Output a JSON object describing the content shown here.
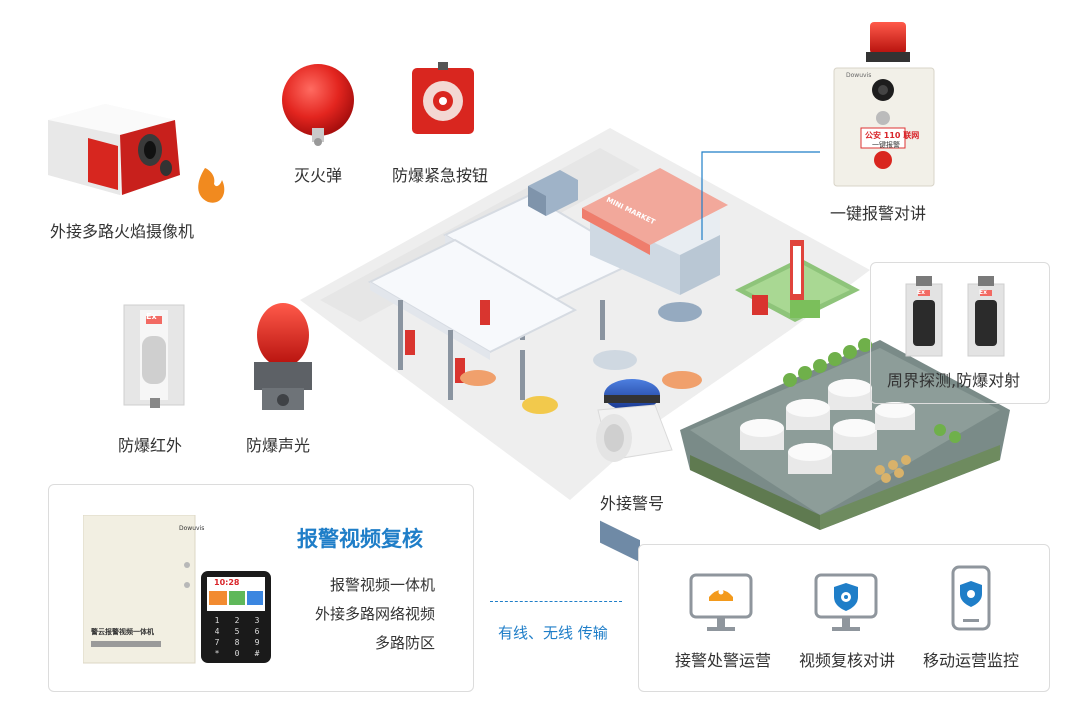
{
  "devices": {
    "flame_camera": "外接多路火焰摄像机",
    "extinguisher": "灭火弹",
    "emergency_button": "防爆紧急按钮",
    "alarm_intercom": "一键报警对讲",
    "infrared": "防爆红外",
    "sound_light": "防爆声光",
    "perimeter": "周界探测,防爆对射",
    "siren": "外接警号"
  },
  "intercom_panel": {
    "brand": "Dowuvis",
    "line1": "公安 110 联网",
    "line2": "一键报警"
  },
  "store_sign": "MINI MARKET",
  "ex_mark": "Ex",
  "core_device": {
    "title": "报警视频复核",
    "lines": [
      "报警视频一体机",
      "外接多路网络视频",
      "多路防区"
    ],
    "box_label": "警云报警视频一体机",
    "keypad_time": "10:28",
    "keys": [
      "1",
      "2",
      "3",
      "4",
      "5",
      "6",
      "7",
      "8",
      "9",
      "*",
      "0",
      "#"
    ]
  },
  "transmission": "有线、无线  传输",
  "platforms": [
    {
      "label": "接警处警运营",
      "icon": "police-cap-icon"
    },
    {
      "label": "视频复核对讲",
      "icon": "shield-eye-icon"
    },
    {
      "label": "移动运营监控",
      "icon": "mobile-shield-icon"
    }
  ],
  "colors": {
    "accent": "#1f7ec8",
    "alarm_red": "#d9262b",
    "road": "#eeeeee"
  }
}
